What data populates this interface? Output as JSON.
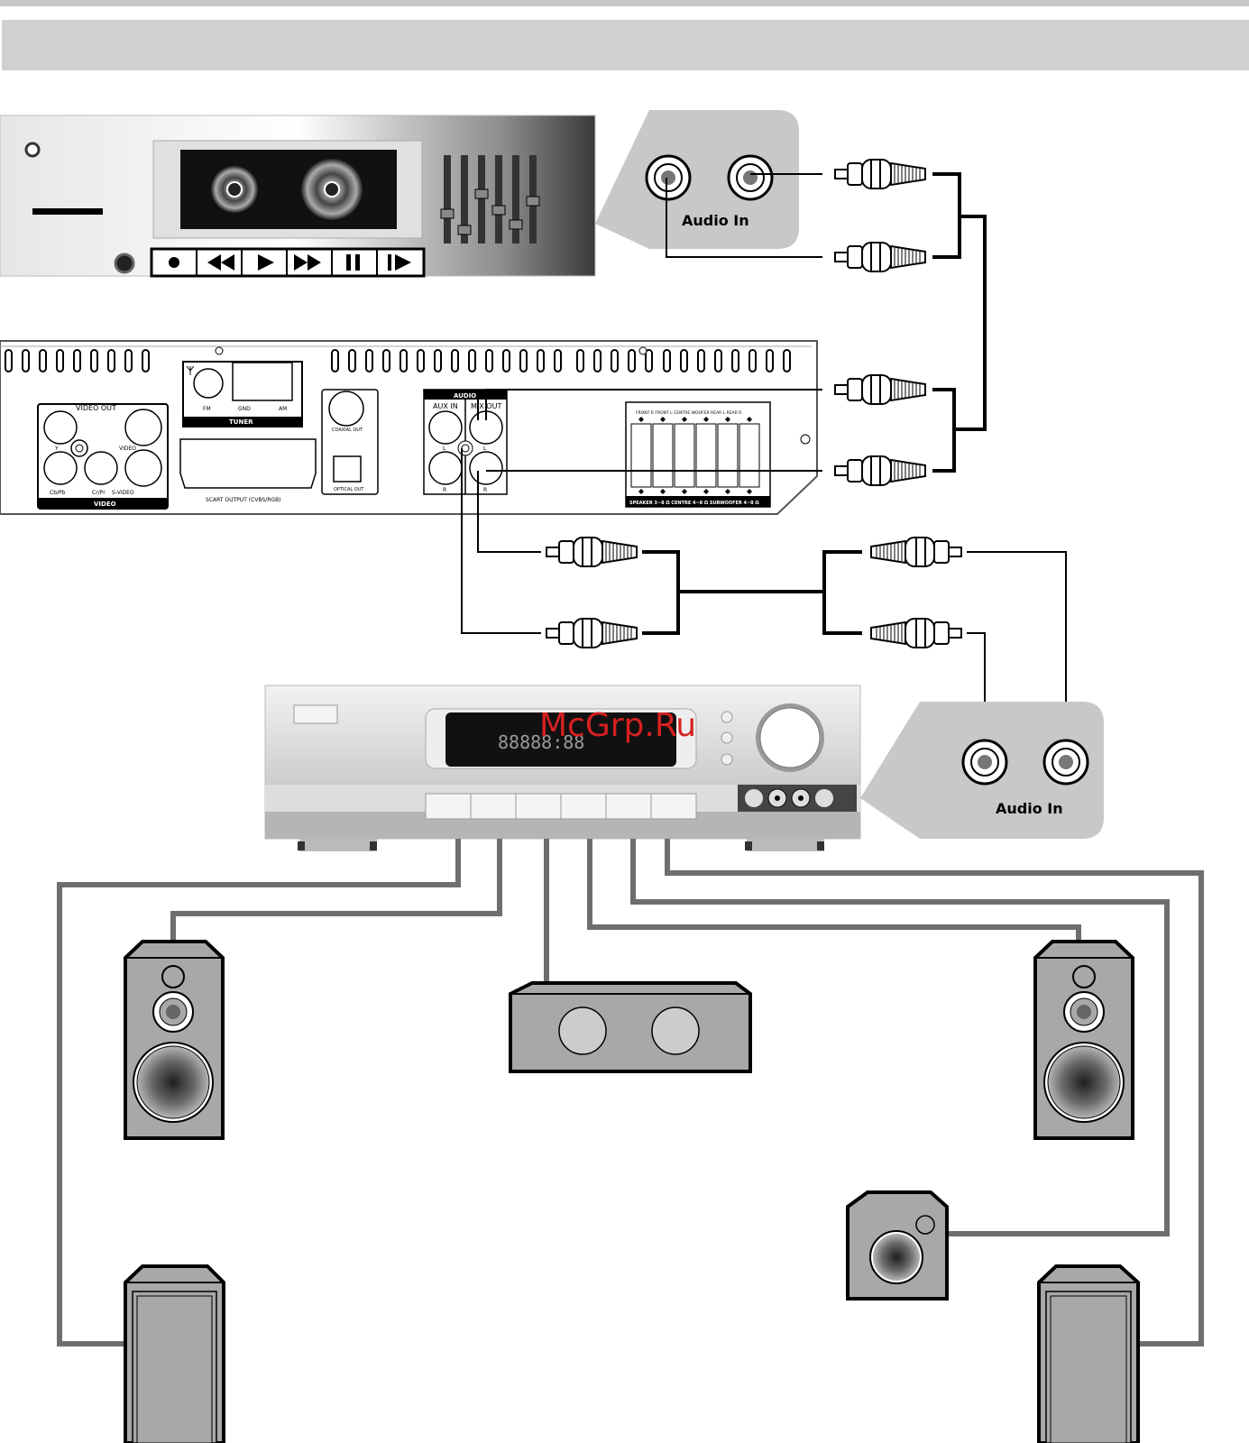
{
  "watermark": "McGrp.Ru",
  "tape_deck": {
    "audio_in_label": "Audio In"
  },
  "amplifier": {
    "audio_in_label": "Audio In",
    "display_text": "88888:88"
  },
  "dvd_rear": {
    "video_out_label": "VIDEO OUT",
    "video_label": "VIDEO",
    "y_label": "Y",
    "video_jack_label": "VIDEO",
    "cb_label": "Cb/Pb",
    "cr_label": "Cr/Pr",
    "svideo_label": "S-VIDEO",
    "fm_label": "FM",
    "gnd_label": "GND",
    "am_label": "AM",
    "tuner_label": "TUNER",
    "scart_label": "SCART OUTPUT (CVBS/RGB)",
    "coaxial_label": "COAXIAL OUT",
    "optical_label": "OPTICAL OUT",
    "audio_label": "AUDIO",
    "aux_in_label": "AUX IN",
    "mix_out_label": "MIX OUT",
    "l_label": "L",
    "r_label": "R",
    "speaker_header": "FRONT R  FRONT L  CENTRE  WOOFER  REAR L  REAR R",
    "speaker_footer": "SPEAKER 3~8 Ω CENTRE 4~8 Ω SUBWOOFER 4~8 Ω"
  },
  "colors": {
    "band": "#d0d0d0",
    "speaker_fill": "#a8a8a8",
    "wire": "#6e6e6e",
    "panel_gray": "#c8c8c8",
    "watermark": "#d62020"
  }
}
